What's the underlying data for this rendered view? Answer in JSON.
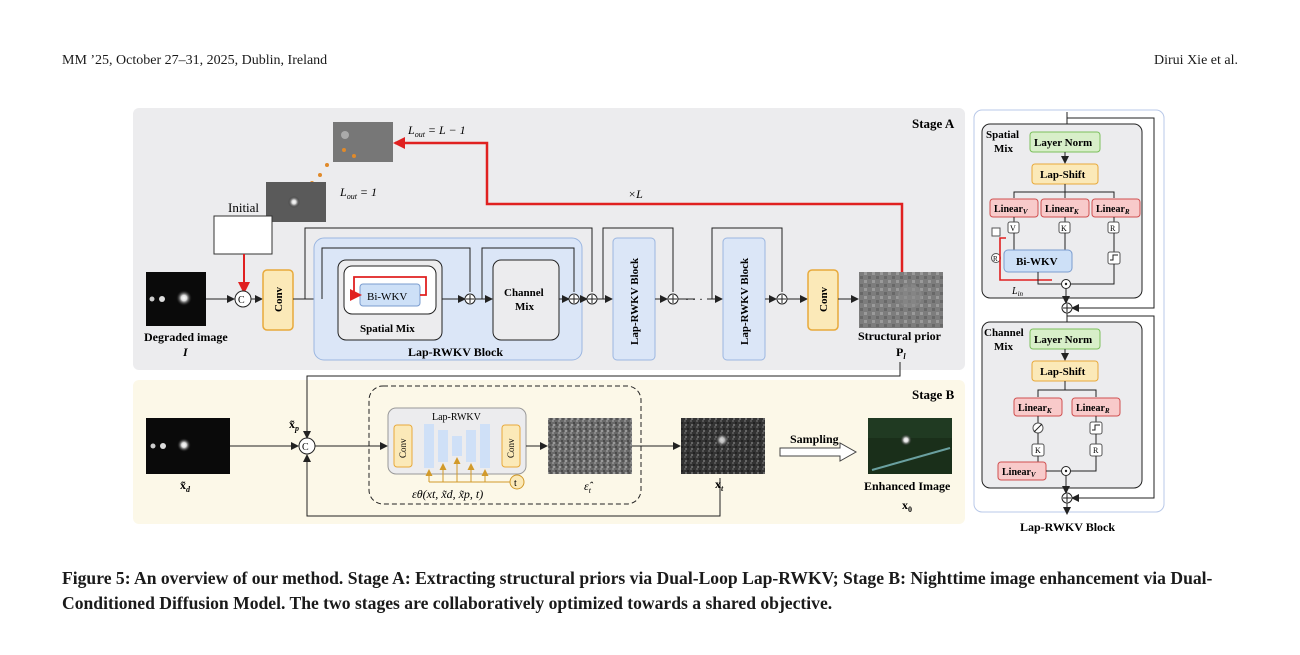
{
  "header": {
    "left": "MM ’25, October 27–31, 2025, Dublin, Ireland",
    "right": "Dirui Xie et al."
  },
  "stage_a": {
    "title": "Stage A",
    "lout_top": "L",
    "lout_top_sub": "out",
    "lout_top_eq": "= L − 1",
    "lout_mid_sub": "out",
    "lout_mid_eq": "= 1",
    "times_l": "×L",
    "initial": "Initial",
    "degraded_label": "Degraded image",
    "degraded_sym": "I",
    "concat": "C",
    "conv": "Conv",
    "bi_wkv": "Bi-WKV",
    "spatial_mix": "Spatial Mix",
    "channel_mix_1": "Channel",
    "channel_mix_2": "Mix",
    "block_label": "Lap-RWKV Block",
    "lap_rwkv_block": "Lap-RWKV Block",
    "dots": "· · ·",
    "structural_prior": "Structural prior",
    "prior_sym": "P",
    "prior_sub": "l"
  },
  "stage_b": {
    "title": "Stage B",
    "xd_sym": "x̃",
    "xd_sub": "d",
    "xp_sym": "x̃",
    "xp_sub": "p",
    "concat": "C",
    "unet_label": "Lap-RWKV",
    "conv": "Conv",
    "t": "t",
    "eps_label": "εθ(xt, x̃d, x̃p, t)",
    "eps_hat": "ε̂",
    "eps_hat_sub": "t",
    "xt": "x",
    "xt_sub": "t",
    "sampling": "Sampling",
    "enhanced": "Enhanced Image",
    "x0": "x",
    "x0_sub": "0"
  },
  "right_panel": {
    "spatial_mix_1": "Spatial",
    "spatial_mix_2": "Mix",
    "layer_norm": "Layer Norm",
    "lap_shift": "Lap-Shift",
    "linear_v": "Linear",
    "linear_k": "Linear",
    "linear_r": "Linear",
    "sub_v": "V",
    "sub_k": "K",
    "sub_r": "R",
    "v": "V",
    "k": "K",
    "r": "R",
    "bi_wkv": "Bi-WKV",
    "lin": "L",
    "lin_sub": "in",
    "channel_mix_1": "Channel",
    "channel_mix_2": "Mix",
    "title": "Lap-RWKV Block"
  },
  "caption": "Figure 5: An overview of our method. Stage A: Extracting structural priors via Dual-Loop Lap-RWKV; Stage B: Nighttime image enhancement via Dual-Conditioned Diffusion Model. The two stages are collaboratively optimized towards a shared objective.",
  "colors": {
    "red": "#e02020",
    "conv_fill": "#fbe9b8",
    "conv_stroke": "#e8a93a",
    "block_fill": "#dbe6f7",
    "block_stroke": "#9bb6e0",
    "stage_a_bg": "#ececee",
    "stage_b_bg": "#fcf8e8",
    "green_fill": "#d8efc9",
    "green_stroke": "#7bbf5c",
    "linear_fill": "#f8caca",
    "linear_stroke": "#d05050"
  }
}
